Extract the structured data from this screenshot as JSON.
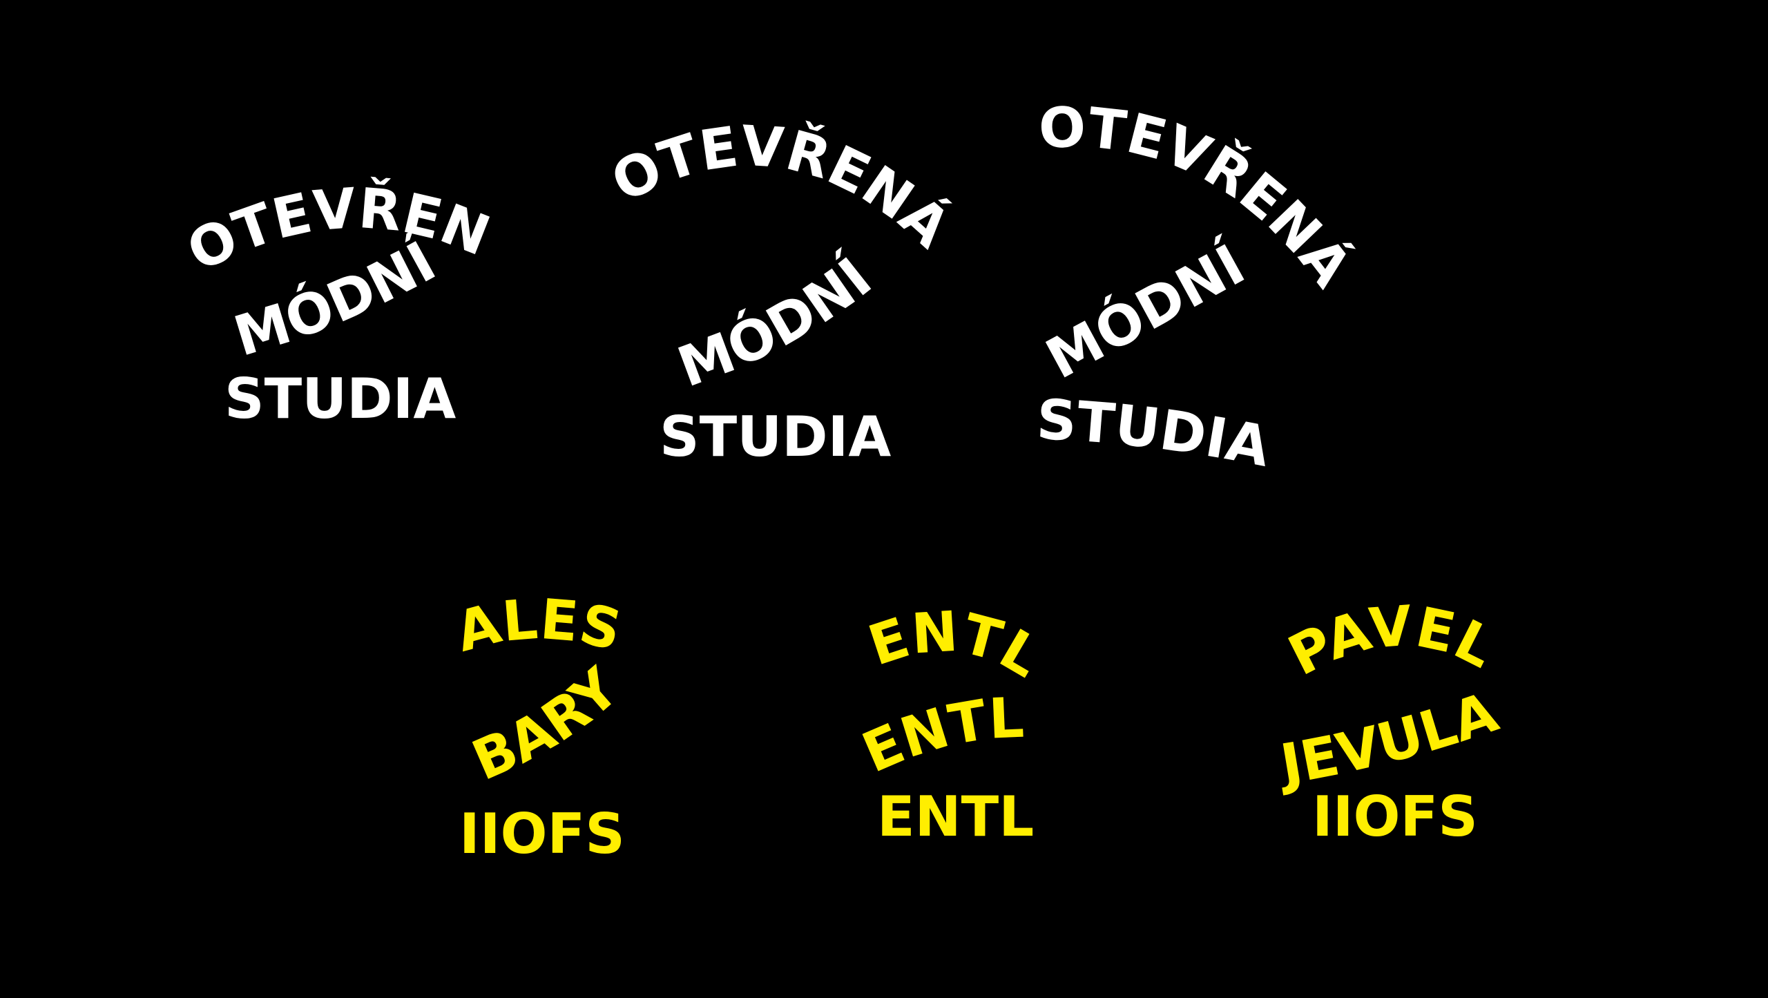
{
  "colors": {
    "background": "#000000",
    "white_text": "#ffffff",
    "yellow_text": "#ffee00"
  },
  "logos": [
    {
      "line1": "OTEVŘENÁ",
      "line2": "MÓDNÍ",
      "line3": "STUDIA",
      "color": "#ffffff"
    },
    {
      "line1": "OTEVŘENÁ",
      "line2": "MÓDNÍ",
      "line3": "STUDIA",
      "color": "#ffffff"
    },
    {
      "line1": "OTEVŘENÁ",
      "line2": "MÓDNÍ",
      "line3": "STUDIA",
      "color": "#ffffff"
    },
    {
      "line1": "ALES",
      "line2": "BARY",
      "line3": "IIOFS",
      "color": "#ffee00"
    },
    {
      "line1": "ENTL",
      "line2": "ENTL",
      "line3": "ENTL",
      "color": "#ffee00"
    },
    {
      "line1": "PAVEL",
      "line2": "JEVULA",
      "line3": "IIOFS",
      "color": "#ffee00"
    }
  ]
}
